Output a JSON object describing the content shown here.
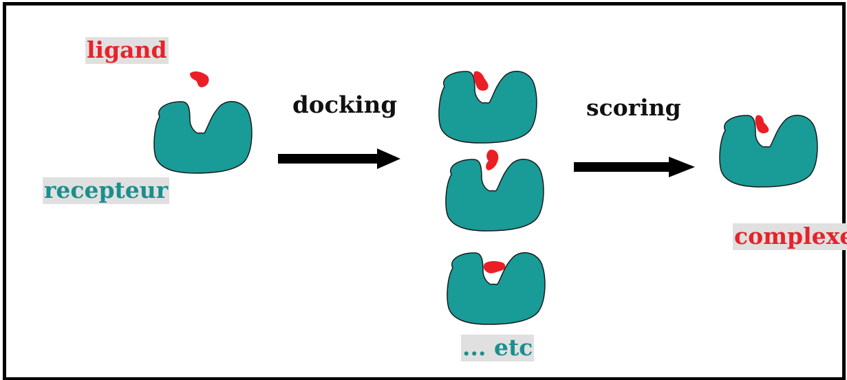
{
  "labels": {
    "ligand": "ligand",
    "recepteur": "recepteur",
    "docking": "docking",
    "scoring": "scoring",
    "complexe": "complexe",
    "etc": "... etc"
  },
  "colors": {
    "receptor_fill": "#199b98",
    "ligand_fill": "#ea1f25",
    "outline": "#1a1a1a",
    "label_bg": "#e0e0e0",
    "arrow": "#000000"
  }
}
